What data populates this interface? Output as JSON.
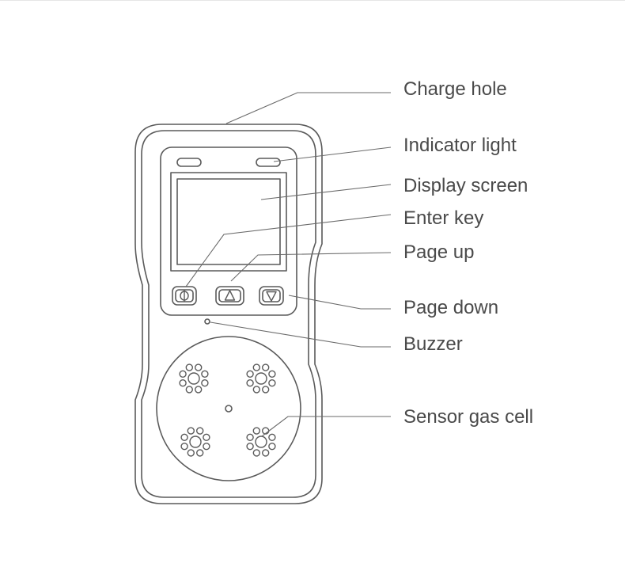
{
  "callouts": {
    "charge_hole": "Charge hole",
    "indicator_light": "Indicator light",
    "display_screen": "Display screen",
    "enter_key": "Enter key",
    "page_up": "Page up",
    "page_down": "Page down",
    "buzzer": "Buzzer",
    "sensor_gas_cell": "Sensor gas cell"
  },
  "colors": {
    "outline": "#5a5a5a",
    "leader": "#6a6a6a",
    "label_text": "#4a4a4a",
    "background": "#ffffff"
  },
  "icons": {
    "enter_key": "power-icon",
    "page_up": "triangle-up-icon",
    "page_down": "triangle-down-icon"
  }
}
